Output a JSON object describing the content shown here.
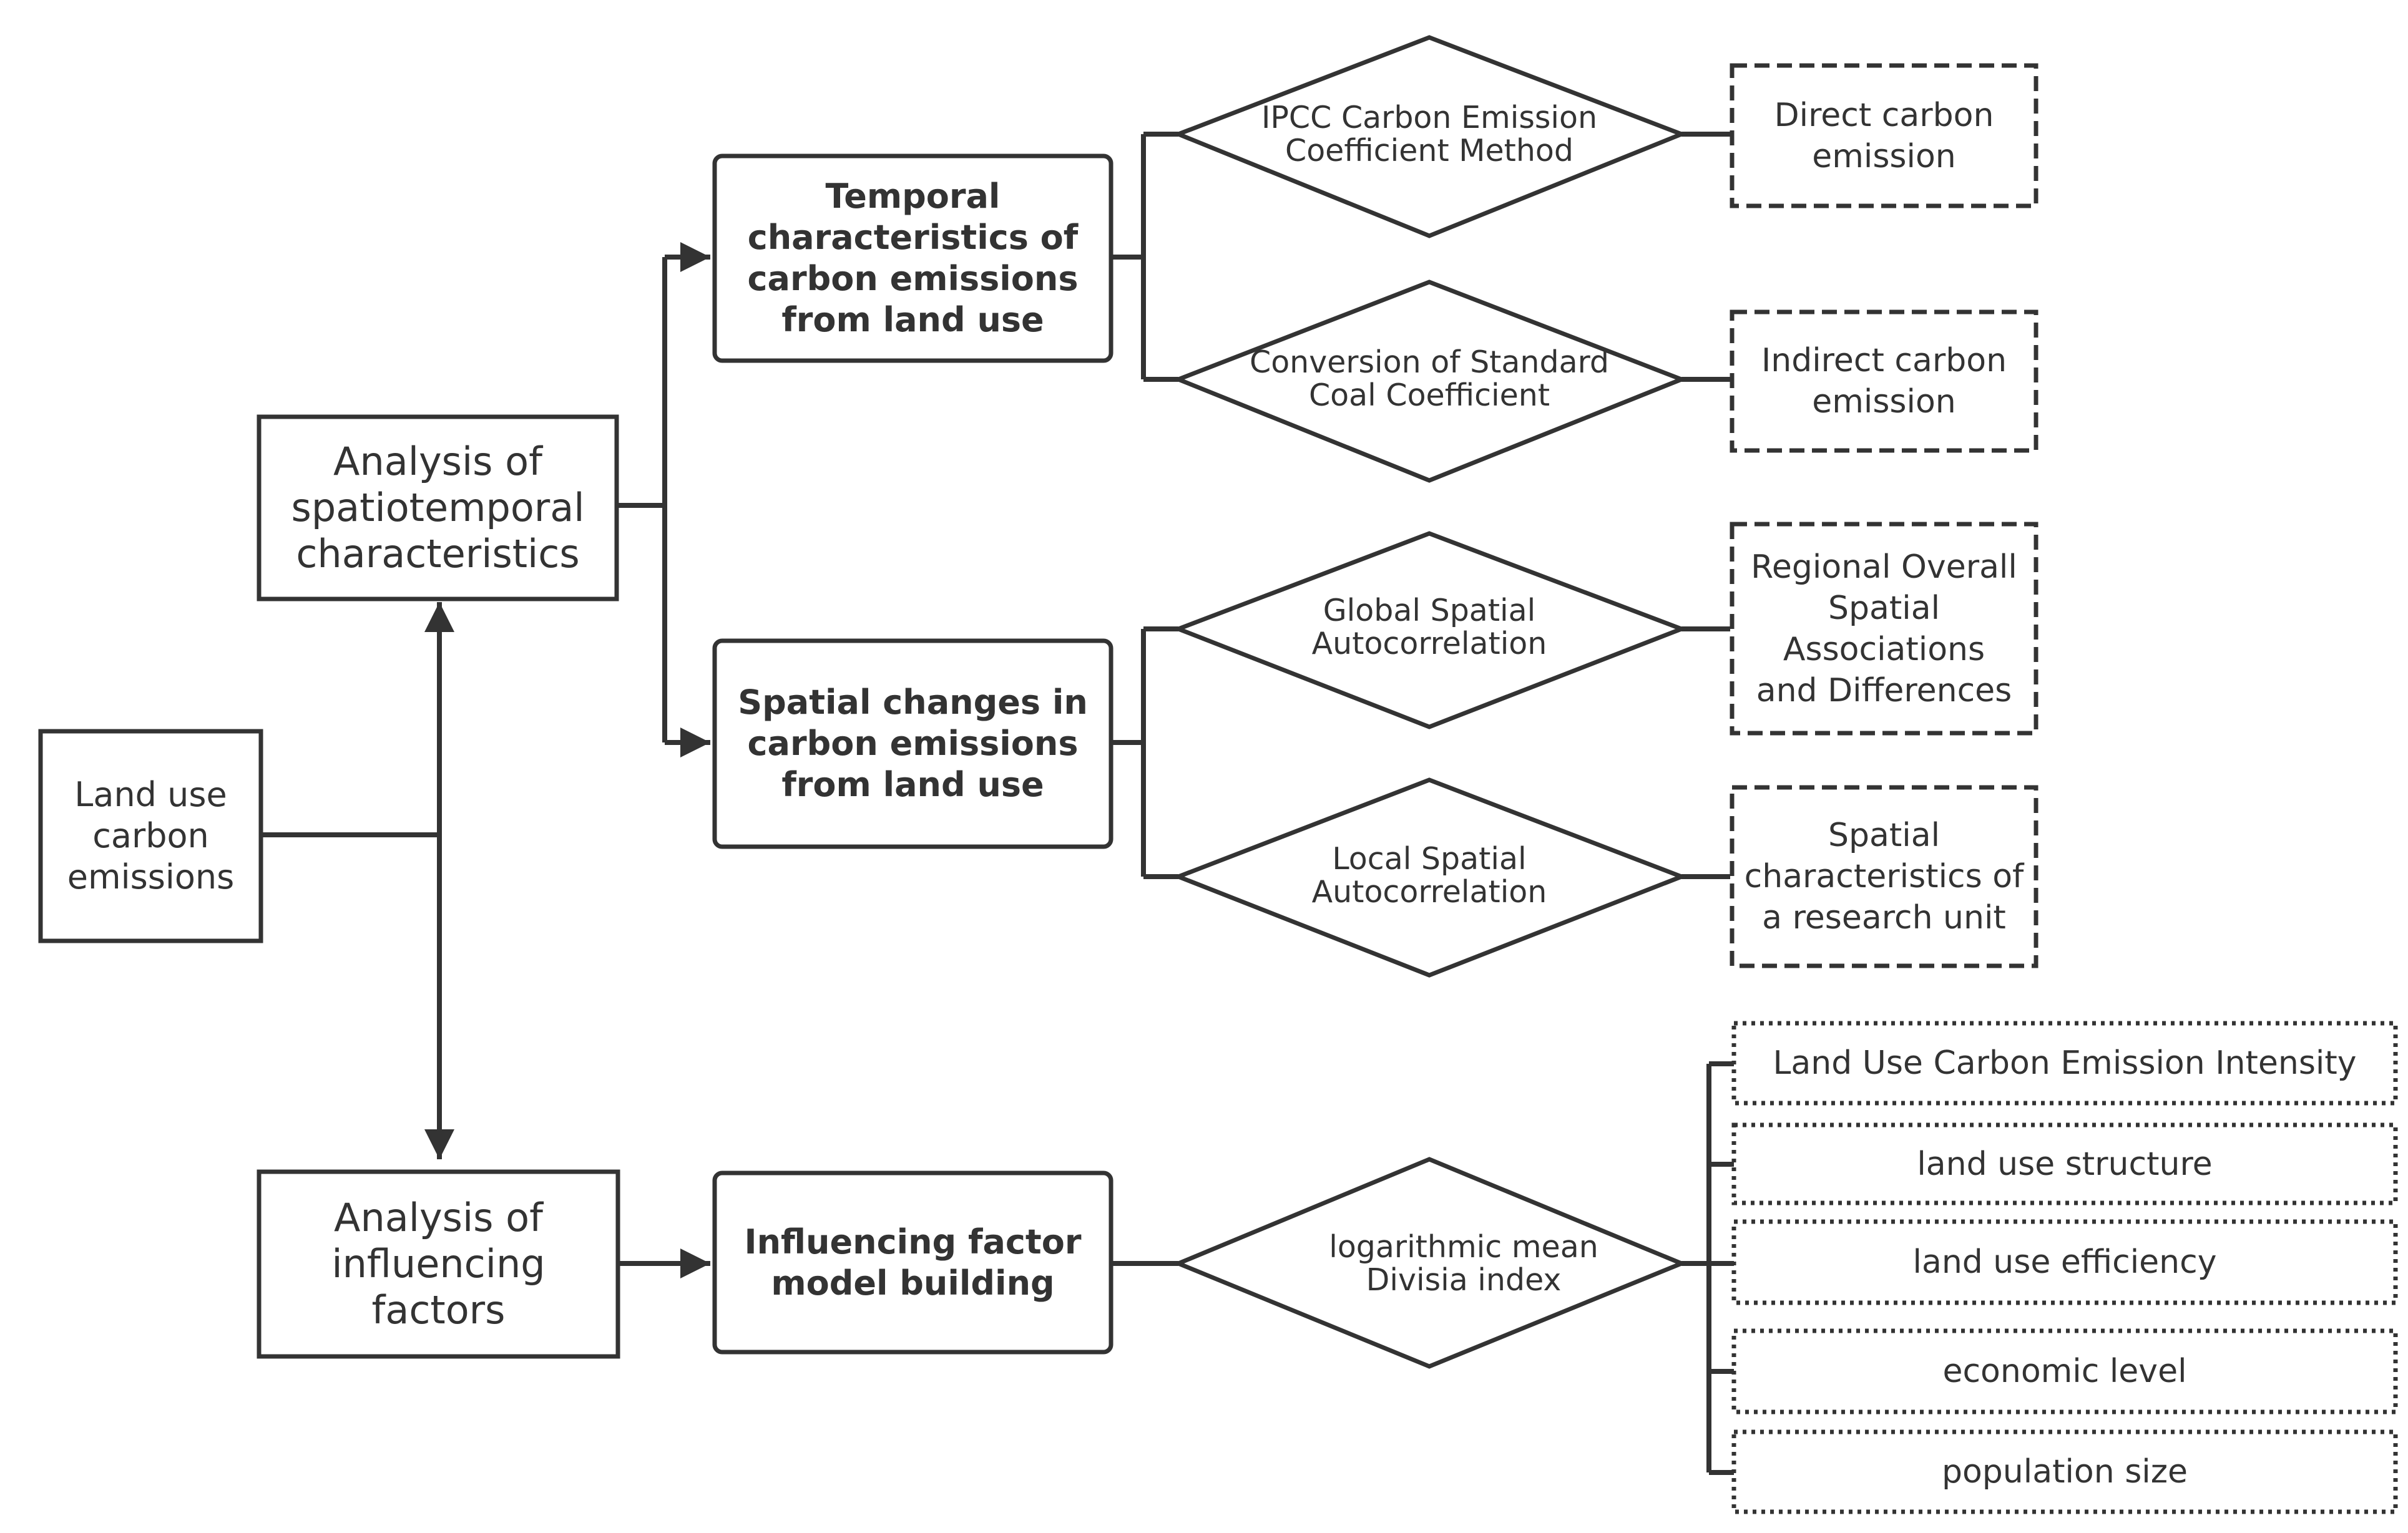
{
  "diagram": {
    "root": "Land use carbon emissions",
    "analysis_spatiotemporal": "Analysis of spatiotemporal characteristics",
    "analysis_influencing": "Analysis of influencing factors",
    "temporal": "Temporal characteristics of carbon emissions from land use",
    "spatial": "Spatial changes in carbon emissions from land use",
    "model": "Influencing factor model building",
    "methods": {
      "ipcc": "IPCC Carbon Emission Coefficient Method",
      "coal": "Conversion of Standard Coal Coefficient",
      "global": "Global Spatial Autocorrelation",
      "local": "Local Spatial Autocorrelation",
      "lmdi": "logarithmic mean Divisia index"
    },
    "results": {
      "direct": "Direct carbon emission",
      "indirect": "Indirect carbon emission",
      "regional": "Regional Overall Spatial Associations and Differences",
      "unit": "Spatial characteristics of a research unit"
    },
    "factors": [
      "Land Use Carbon Emission Intensity",
      "land use structure",
      "land use efficiency",
      "economic level",
      "population size"
    ]
  }
}
